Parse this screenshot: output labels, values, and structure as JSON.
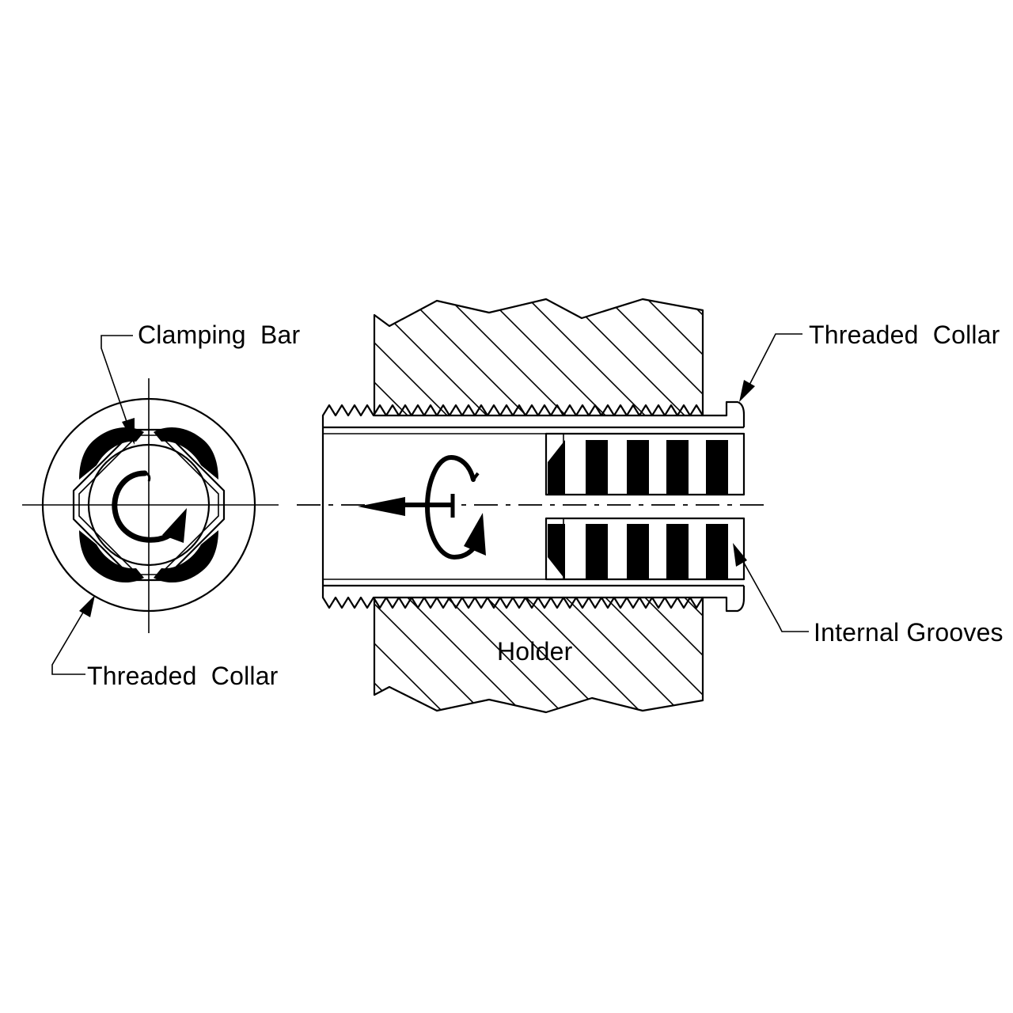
{
  "labels": {
    "clamping_bar": "Clamping  Bar",
    "threaded_collar_left": "Threaded  Collar",
    "threaded_collar_right": "Threaded  Collar",
    "internal_grooves": "Internal Grooves",
    "holder": "Holder"
  },
  "colors": {
    "line": "#000000",
    "background": "#ffffff"
  },
  "icons": {
    "rotation_arrow_end_view": "clockwise-rotation-arrow",
    "rotation_arrow_side_view": "rotation-arrow",
    "axial_direction_arrow": "left-arrow"
  }
}
